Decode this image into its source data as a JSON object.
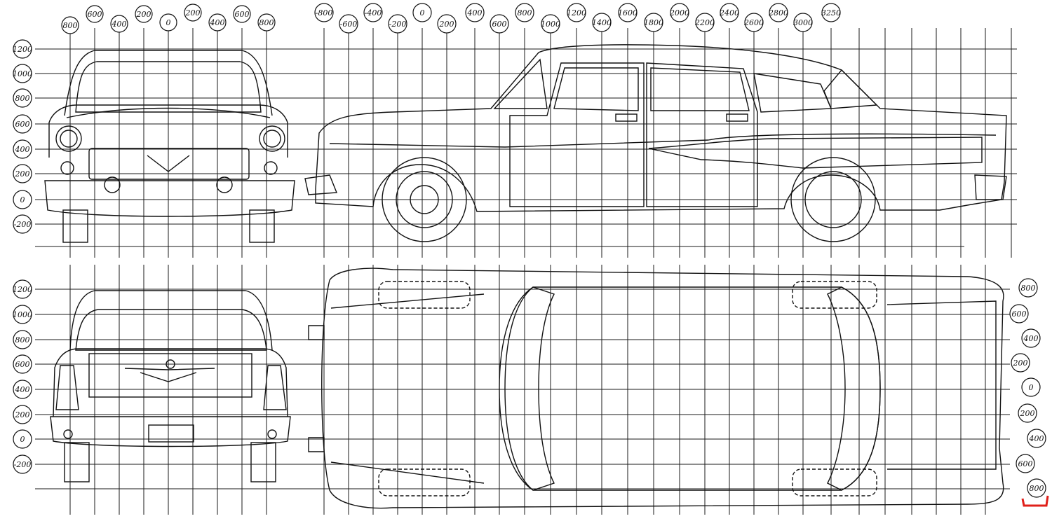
{
  "colors": {
    "ink": "#111111",
    "grid": "#1a1a1a",
    "paper": "#ffffff",
    "corner_mark": "#e0201a"
  },
  "front_view": {
    "top_labels": [
      "800",
      "600",
      "400",
      "200",
      "0",
      "200",
      "400",
      "600",
      "800"
    ],
    "side_labels": [
      "1200",
      "1000",
      "800",
      "600",
      "400",
      "200",
      "0",
      "-200"
    ]
  },
  "rear_view": {
    "side_labels": [
      "1200",
      "1000",
      "800",
      "600",
      "400",
      "200",
      "0",
      "-200"
    ]
  },
  "side_view": {
    "top_labels": [
      "-800",
      "-600",
      "-400",
      "-200",
      "0",
      "200",
      "400",
      "600",
      "800",
      "1000",
      "1200",
      "1400",
      "1600",
      "1800",
      "2000",
      "2200",
      "2400",
      "2600",
      "2800",
      "3000",
      "3250"
    ]
  },
  "top_view": {
    "side_labels": [
      "800",
      "600",
      "400",
      "200",
      "0",
      "200",
      "400",
      "600",
      "800"
    ]
  }
}
